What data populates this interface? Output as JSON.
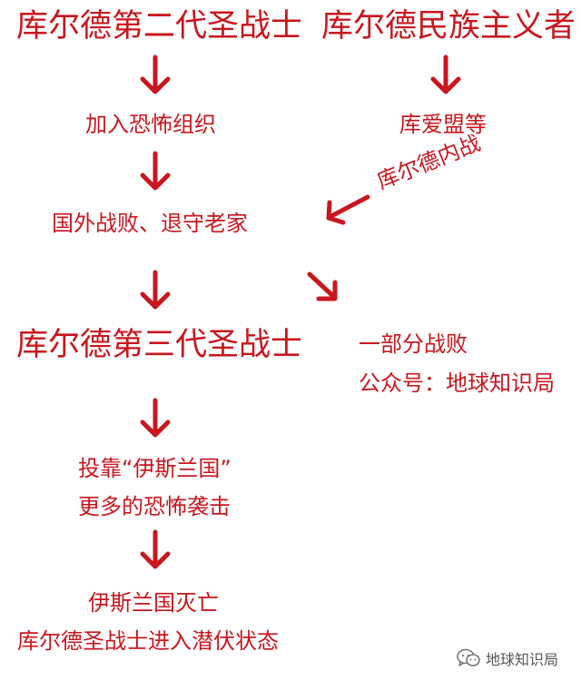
{
  "colors": {
    "accent": "#c8171e",
    "watermark": "#555555"
  },
  "left_column": {
    "gen2": "库尔德第二代圣战士",
    "step1": "加入恐怖组织",
    "step2": "国外战败、退守老家",
    "gen3": "库尔德第三代圣战士",
    "step3_line1": "投靠“伊斯兰国”",
    "step3_line2": "更多的恐怖袭击",
    "step4_line1": "伊斯兰国灭亡",
    "step4_line2": "库尔德圣战士进入潜伏状态"
  },
  "right_column": {
    "nationalists": "库尔德民族主义者",
    "parties": "库爱盟等",
    "civil_war": "库尔德内战",
    "partial_line1": "一部分战败",
    "partial_line2": "公众号：地球知识局"
  },
  "watermark": {
    "icon": "wechat-icon",
    "text": "地球知识局"
  }
}
